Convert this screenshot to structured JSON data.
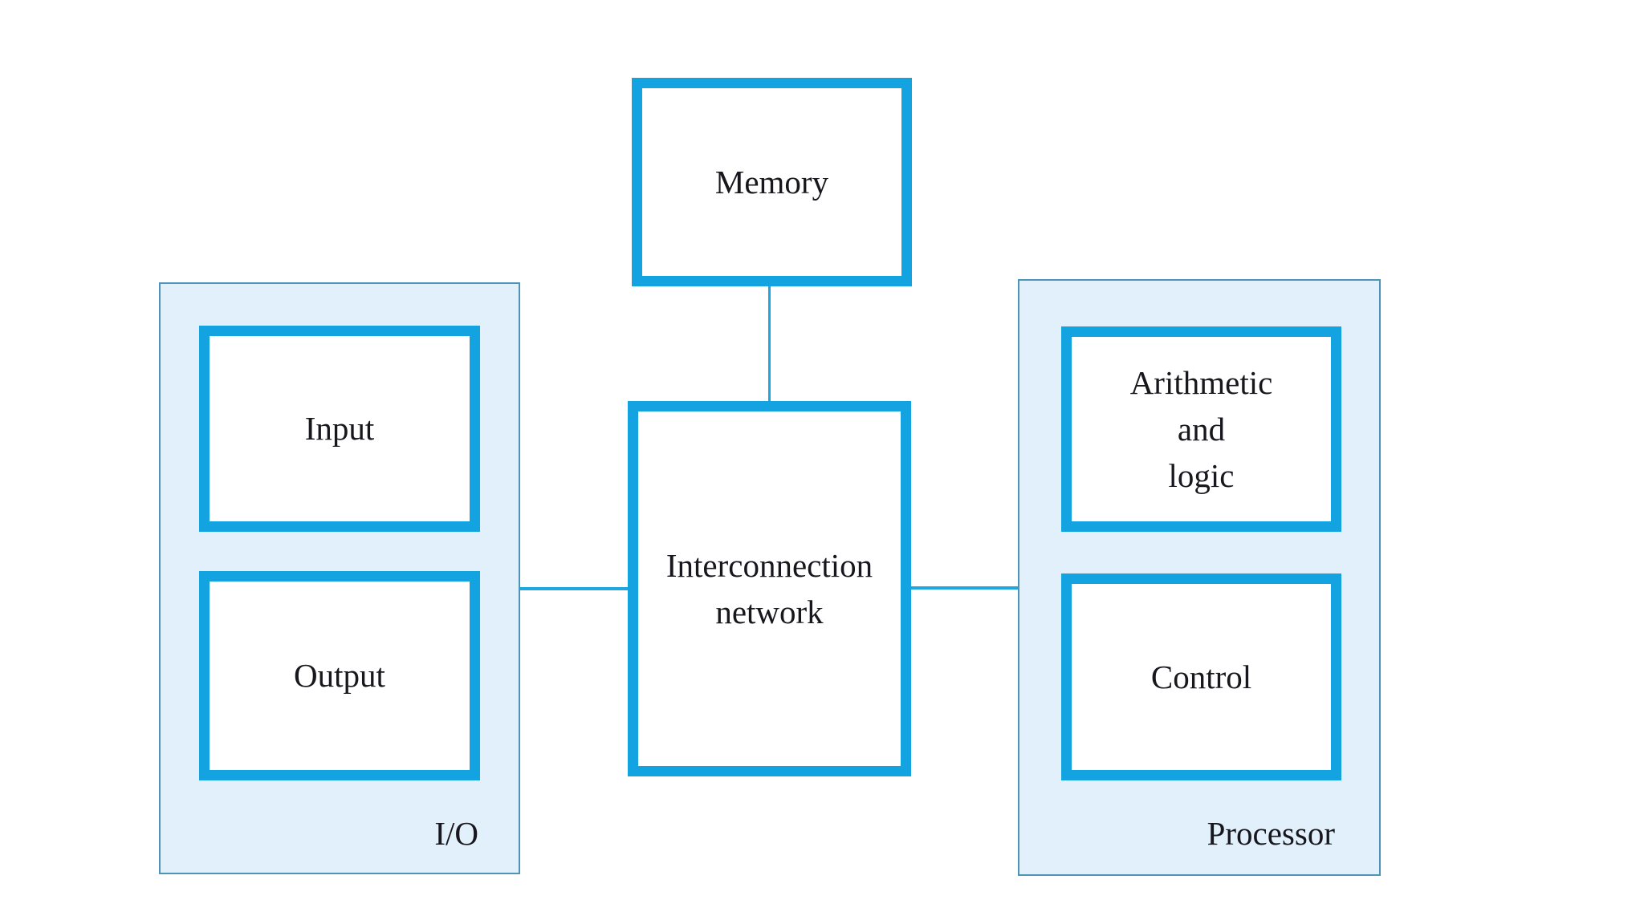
{
  "diagram": {
    "boxes": {
      "memory": {
        "label": "Memory"
      },
      "interconnection": {
        "lines": [
          "Interconnection",
          "network"
        ]
      },
      "input": {
        "label": "Input"
      },
      "output": {
        "label": "Output"
      },
      "alu": {
        "lines": [
          "Arithmetic",
          "and",
          "logic"
        ]
      },
      "control": {
        "label": "Control"
      }
    },
    "containers": {
      "io": {
        "label": "I/O"
      },
      "processor": {
        "label": "Processor"
      }
    }
  },
  "colors": {
    "bg": "#ffffff",
    "container_fill": "#e1f0fa",
    "container_border": "#4e93b8",
    "box_border": "#12a3e0",
    "connector": "#1ea6e0",
    "text": "#17171d"
  }
}
